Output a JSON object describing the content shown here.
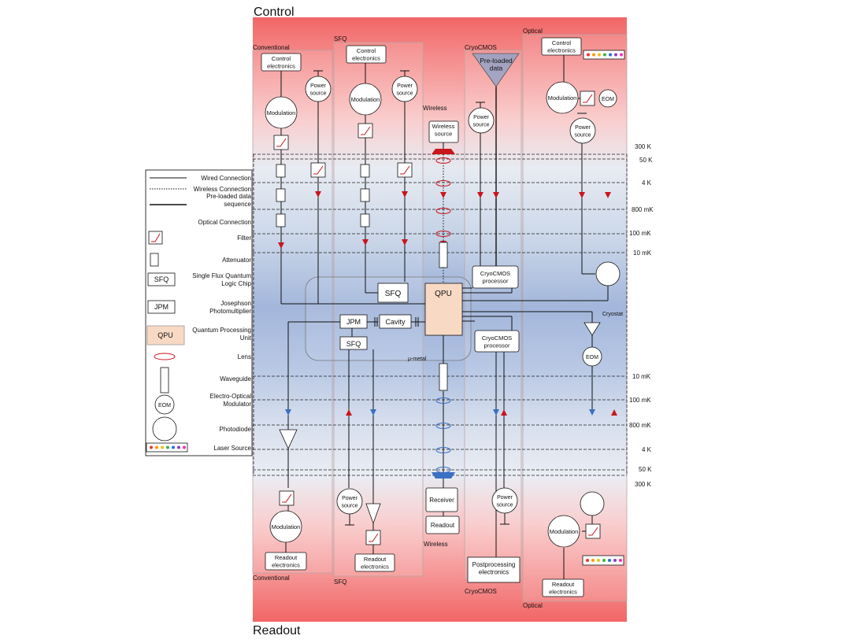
{
  "titles": {
    "control": "Control",
    "readout": "Readout"
  },
  "columns": {
    "conventional": "Conventional",
    "sfq": "SFQ",
    "wireless": "Wireless",
    "cryocmos": "CryoCMOS",
    "optical": "Optical"
  },
  "temperatures": [
    "300 K",
    "50 K",
    "4 K",
    "800 mK",
    "100 mK",
    "10 mK",
    "10 mK",
    "100 mK",
    "800 mK",
    "4 K",
    "50 K",
    "300 K"
  ],
  "labels": {
    "control_electronics": "Control electronics",
    "power_source": "Power source",
    "modulation": "Modulation",
    "preloaded_data": "Pre-loaded data",
    "wireless_source": "Wireless source",
    "eom": "EOM",
    "sfq": "SFQ",
    "qpu": "QPU",
    "jpm": "JPM",
    "cavity": "Cavity",
    "cryocmos_processor": "CryoCMOS processor",
    "cryostat": "Cryostat",
    "umetal": "μ-metal",
    "receiver": "Receiver",
    "readout": "Readout",
    "readout_electronics": "Readout electronics",
    "postprocessing_electronics": "Postprocessing electronics"
  },
  "legend": {
    "items": [
      {
        "label": "Wired Connection",
        "symbol": "wired"
      },
      {
        "label": "Wireless Connection",
        "symbol": "wireless"
      },
      {
        "label": "Pre-loaded data sequence",
        "symbol": "preloaded"
      },
      {
        "label": "Optical Connection",
        "symbol": "optical"
      },
      {
        "label": "Filter",
        "symbol": "filter"
      },
      {
        "label": "Attenuator",
        "symbol": "attenuator"
      },
      {
        "label": "Single Flux Quantum Logic Chip",
        "symbol": "sfq",
        "tag": "SFQ"
      },
      {
        "label": "Josephson Photomultiplier",
        "symbol": "jpm",
        "tag": "JPM"
      },
      {
        "label": "Quantum Processing Unit",
        "symbol": "qpu",
        "tag": "QPU"
      },
      {
        "label": "Lens",
        "symbol": "lens"
      },
      {
        "label": "Waveguide",
        "symbol": "waveguide"
      },
      {
        "label": "Electro-Optical Modulator",
        "symbol": "eom",
        "tag": "EOM"
      },
      {
        "label": "Photodiode",
        "symbol": "photodiode"
      },
      {
        "label": "Laser Source",
        "symbol": "laser"
      }
    ]
  },
  "colors": {
    "warm": "#f26b6b",
    "cold": "#8fa6d4",
    "arrow_red": "#c8161d",
    "arrow_blue": "#3a6fc4",
    "qpu_fill": "#f8d9c4"
  }
}
